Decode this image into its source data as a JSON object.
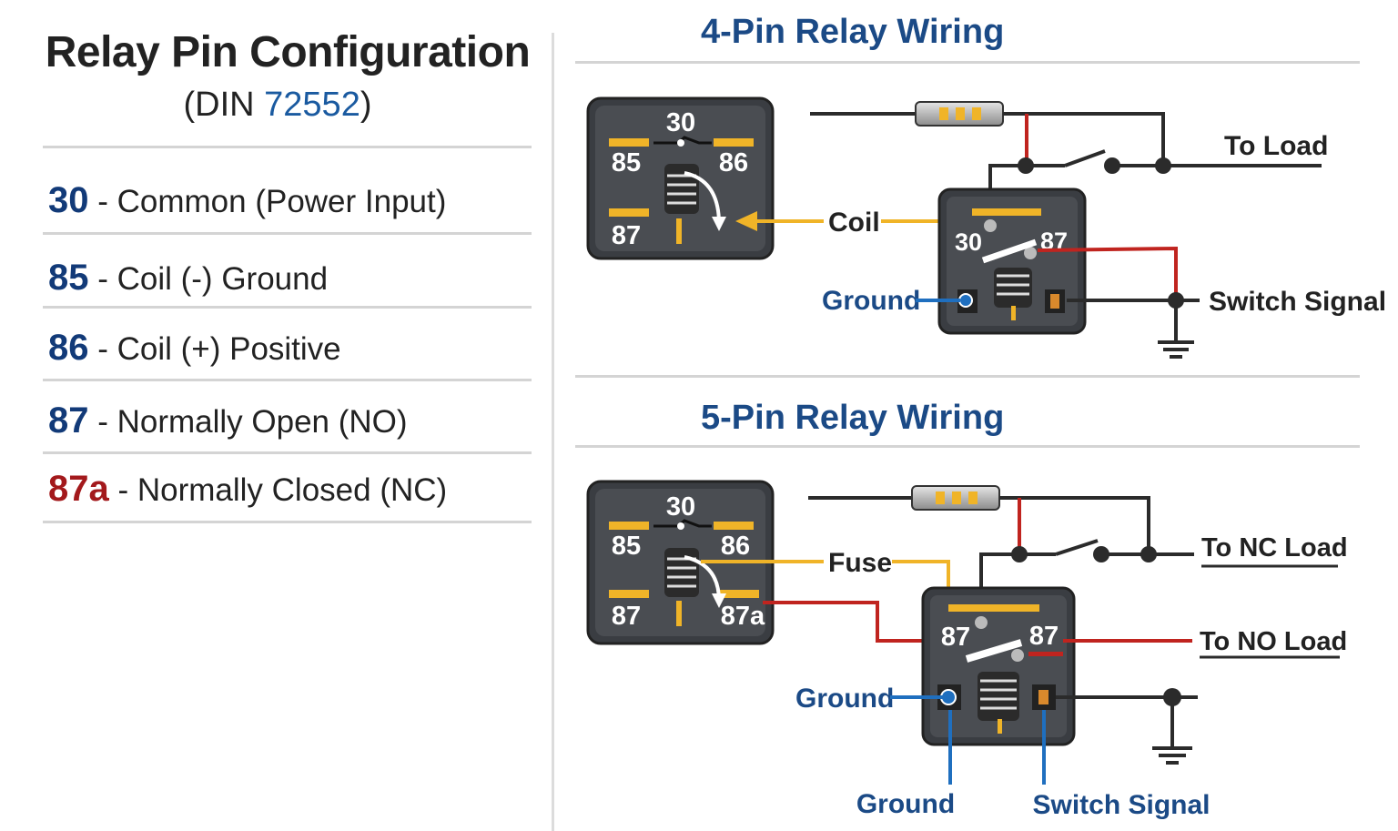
{
  "left_panel": {
    "title": "Relay Pin Configuration",
    "subtitle_open": "(DIN ",
    "subtitle_standard": "72552",
    "subtitle_close": ")",
    "pins": [
      {
        "num": "30",
        "sep": " - ",
        "desc": "Common (Power Input)"
      },
      {
        "num": "85",
        "sep": " - ",
        "desc": "Coil (-) Ground"
      },
      {
        "num": "86",
        "sep": " - ",
        "desc": "Coil (+) Positive"
      },
      {
        "num": "87",
        "sep": " - ",
        "desc": "Normally Open (NO)"
      },
      {
        "num": "87a",
        "sep": " - ",
        "desc": "Normally Closed (NC)"
      }
    ]
  },
  "four_pin": {
    "title": "4-Pin Relay Wiring",
    "face": {
      "pin_top": "30",
      "pin_left": "85",
      "pin_right": "86",
      "pin_bottom": "87"
    },
    "relay": {
      "pin_left": "30",
      "pin_right": "87"
    },
    "labels": {
      "coil": "Coil",
      "to_load": "To Load",
      "ground": "Ground",
      "switch_signal": "Switch Signal"
    }
  },
  "five_pin": {
    "title": "5-Pin Relay Wiring",
    "face": {
      "pin_top": "30",
      "pin_left": "85",
      "pin_right": "86",
      "pin_bottom_left": "87",
      "pin_bottom_right": "87a"
    },
    "relay": {
      "pin_left": "87",
      "pin_right": "87"
    },
    "labels": {
      "fuse": "Fuse",
      "to_nc_load": "To NC Load",
      "to_no_load": "To NO Load",
      "ground_left": "Ground",
      "ground_bottom": "Ground",
      "switch_signal": "Switch Signal"
    }
  },
  "colors": {
    "navy": "#1b4a86",
    "wire_dark": "#2b2b2b",
    "wire_yellow": "#f0b428",
    "wire_red": "#c0241f",
    "wire_blue": "#1f6fbf",
    "relay_body": "#4a4d52",
    "pin_red": "#a3191c"
  }
}
